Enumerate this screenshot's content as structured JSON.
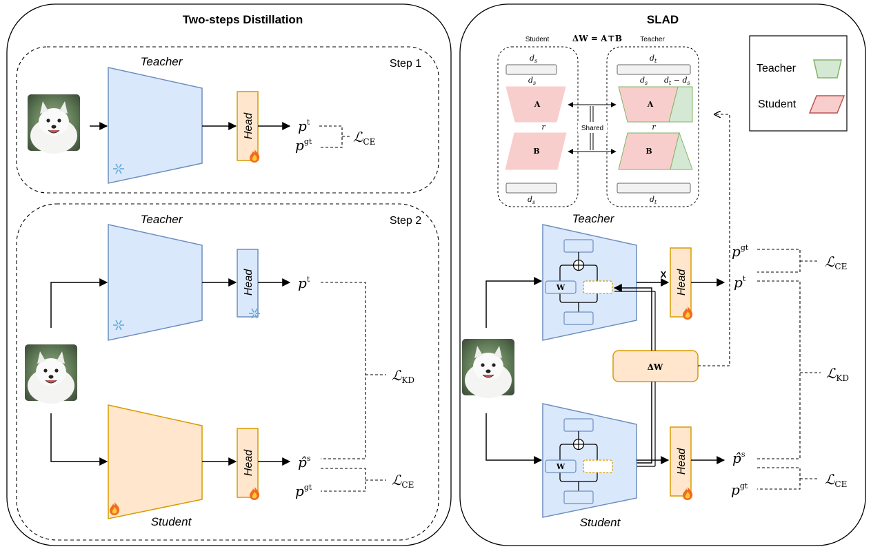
{
  "panels": {
    "left": {
      "title": "Two-steps Distillation",
      "step1": {
        "label": "Step 1",
        "teacher_label": "Teacher",
        "head_label": "Head",
        "out_top": "p",
        "out_top_sup": "t",
        "out_bottom": "p",
        "out_bottom_sup": "gt",
        "loss": "ℒ",
        "loss_sub": "CE"
      },
      "step2": {
        "label": "Step 2",
        "teacher_label": "Teacher",
        "student_label": "Student",
        "teacher_head_label": "Head",
        "student_head_label": "Head",
        "out_teacher": "p",
        "out_teacher_sup": "t",
        "out_student": "p̂",
        "out_student_sup": "s",
        "out_gt": "p",
        "out_gt_sup": "gt",
        "loss_kd": "ℒ",
        "loss_kd_sub": "KD",
        "loss_ce": "ℒ",
        "loss_ce_sub": "CE"
      }
    },
    "right": {
      "title": "SLAD",
      "inset": {
        "student_label": "Student",
        "teacher_label": "Teacher",
        "formula": "ΔW = A⊤B",
        "shared_label": "Shared",
        "matrix_a": "A",
        "matrix_b": "B",
        "ds": "d",
        "ds_sub": "s",
        "dt": "d",
        "dt_sub": "t",
        "dt_minus_ds": "d",
        "dt_minus_ds_rest": " − d",
        "r": "r"
      },
      "legend": {
        "teacher": "Teacher",
        "student": "Student"
      },
      "teacher_label": "Teacher",
      "student_label": "Student",
      "w_label": "W",
      "delta_w_label": "ΔW",
      "x_label": "X",
      "teacher_head_label": "Head",
      "student_head_label": "Head",
      "out_gt_top": "p",
      "out_gt_top_sup": "gt",
      "out_teacher": "p",
      "out_teacher_sup": "t",
      "out_student": "p̂",
      "out_student_sup": "s",
      "out_gt_bottom": "p",
      "out_gt_bottom_sup": "gt",
      "loss_ce_top": "ℒ",
      "loss_ce_top_sub": "CE",
      "loss_kd": "ℒ",
      "loss_kd_sub": "KD",
      "loss_ce_bottom": "ℒ",
      "loss_ce_bottom_sub": "CE"
    }
  },
  "colors": {
    "teacher_fill": "#dae8fc",
    "teacher_stroke": "#6c8ebf",
    "student_fill": "#ffe6cc",
    "student_stroke": "#d79b00",
    "legend_teacher_fill": "#d5e8d4",
    "legend_teacher_stroke": "#82b366",
    "legend_student_fill": "#f8cecc",
    "legend_student_stroke": "#b85450"
  }
}
